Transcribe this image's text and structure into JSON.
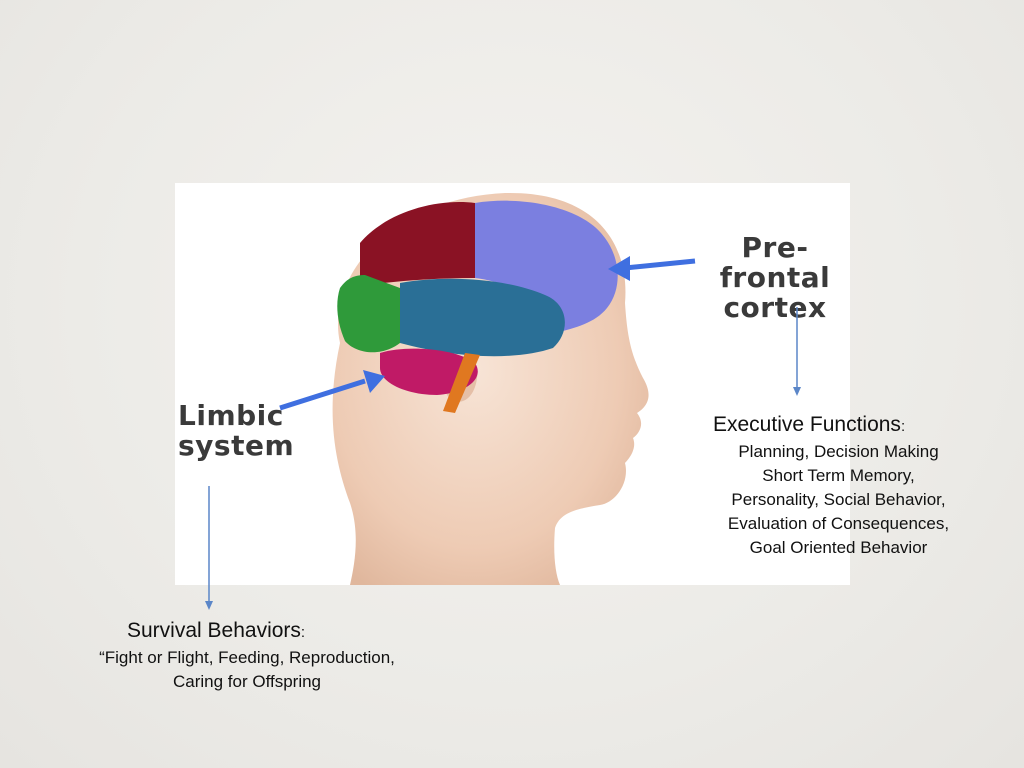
{
  "diagram": {
    "labels": {
      "prefrontal": [
        "Pre-frontal",
        "cortex"
      ],
      "limbic": [
        "Limbic",
        "system"
      ]
    },
    "colors": {
      "frontal_lobe": "#7b7fe0",
      "parietal_lobe": "#8a1224",
      "occipital_lobe": "#2f9a3a",
      "temporal_lobe": "#2a6f96",
      "cerebellum_limbic": "#c01a66",
      "brainstem": "#e07820",
      "arrow": "#3f6fe0",
      "skin": "#f2d6c4"
    }
  },
  "executive": {
    "heading": "Executive Functions",
    "colon": ":",
    "lines": [
      "Planning, Decision Making",
      "Short Term Memory,",
      "Personality, Social Behavior,",
      "Evaluation of Consequences,",
      "Goal Oriented Behavior"
    ]
  },
  "survival": {
    "heading": "Survival Behaviors",
    "colon": ":",
    "lines": [
      "“Fight or Flight, Feeding, Reproduction,",
      "Caring for Offspring"
    ]
  }
}
